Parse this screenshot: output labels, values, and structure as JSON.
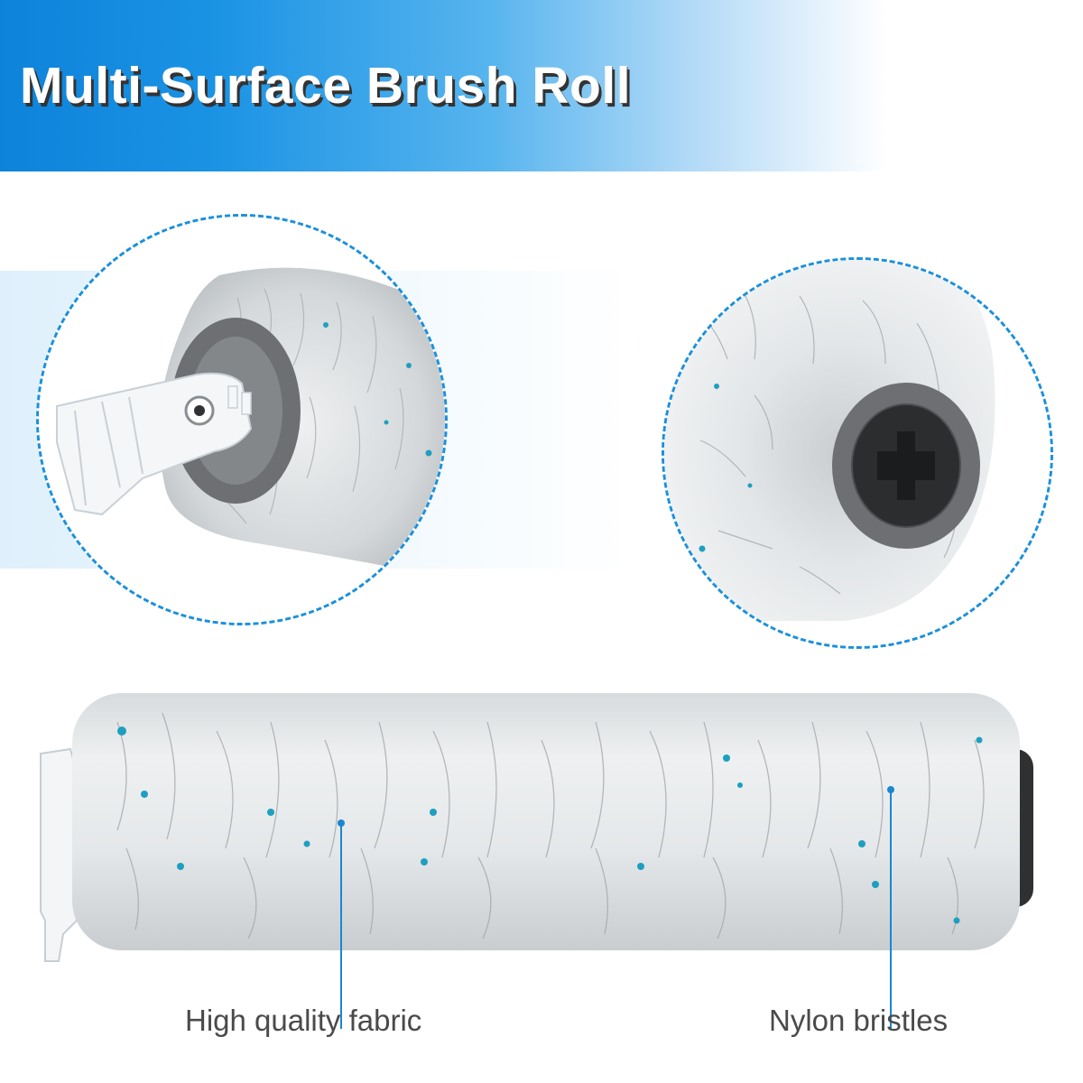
{
  "header": {
    "title": "Multi-Surface Brush Roll"
  },
  "callouts": {
    "left_label": "High quality fabric",
    "right_label": "Nylon bristles"
  },
  "colors": {
    "banner_blue": "#0d83da",
    "accent_blue": "#1a90dc",
    "fiber_teal": "#1f9fbf",
    "end_cap_gray": "#6d6f72"
  }
}
